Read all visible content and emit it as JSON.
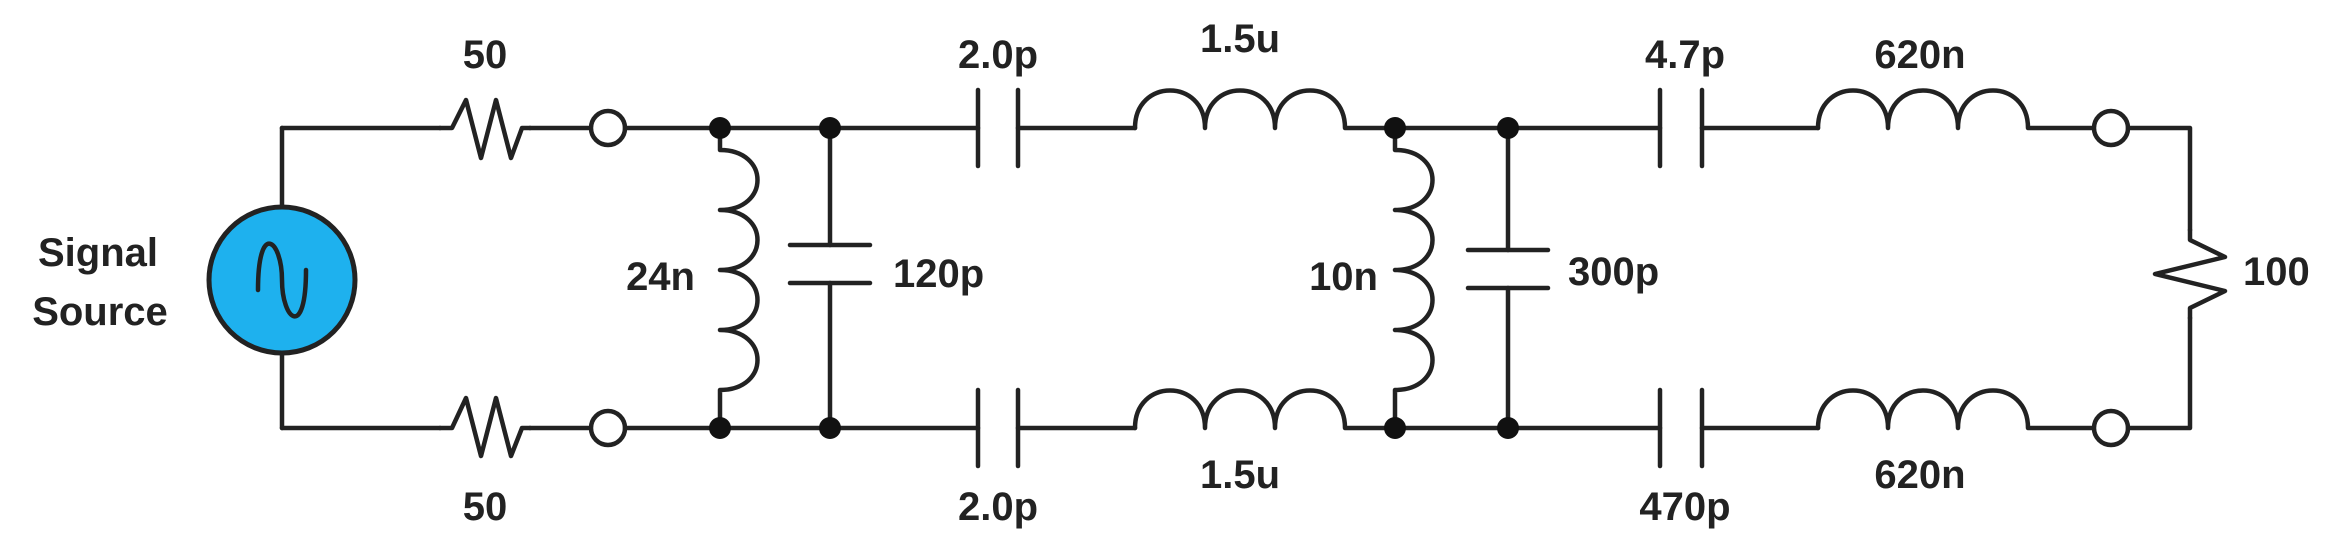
{
  "source": {
    "label_line1": "Signal",
    "label_line2": "Source",
    "fill_color": "#1EB1EE",
    "symbol": "sine-wave-icon"
  },
  "components": {
    "r_top_source": "50",
    "r_bottom_source": "50",
    "l_shunt_1": "24n",
    "c_shunt_1": "120p",
    "c_top_series_1": "2.0p",
    "l_top_series_1": "1.5u",
    "c_bottom_series_1": "2.0p",
    "l_bottom_series_1": "1.5u",
    "l_shunt_2": "10n",
    "c_shunt_2": "300p",
    "c_top_series_2": "4.7p",
    "l_top_series_2": "620n",
    "c_bottom_series_2": "470p",
    "l_bottom_series_2": "620n",
    "r_load": "100"
  },
  "colors": {
    "wire": "#222222",
    "junction": "#111111",
    "background": "#ffffff"
  }
}
